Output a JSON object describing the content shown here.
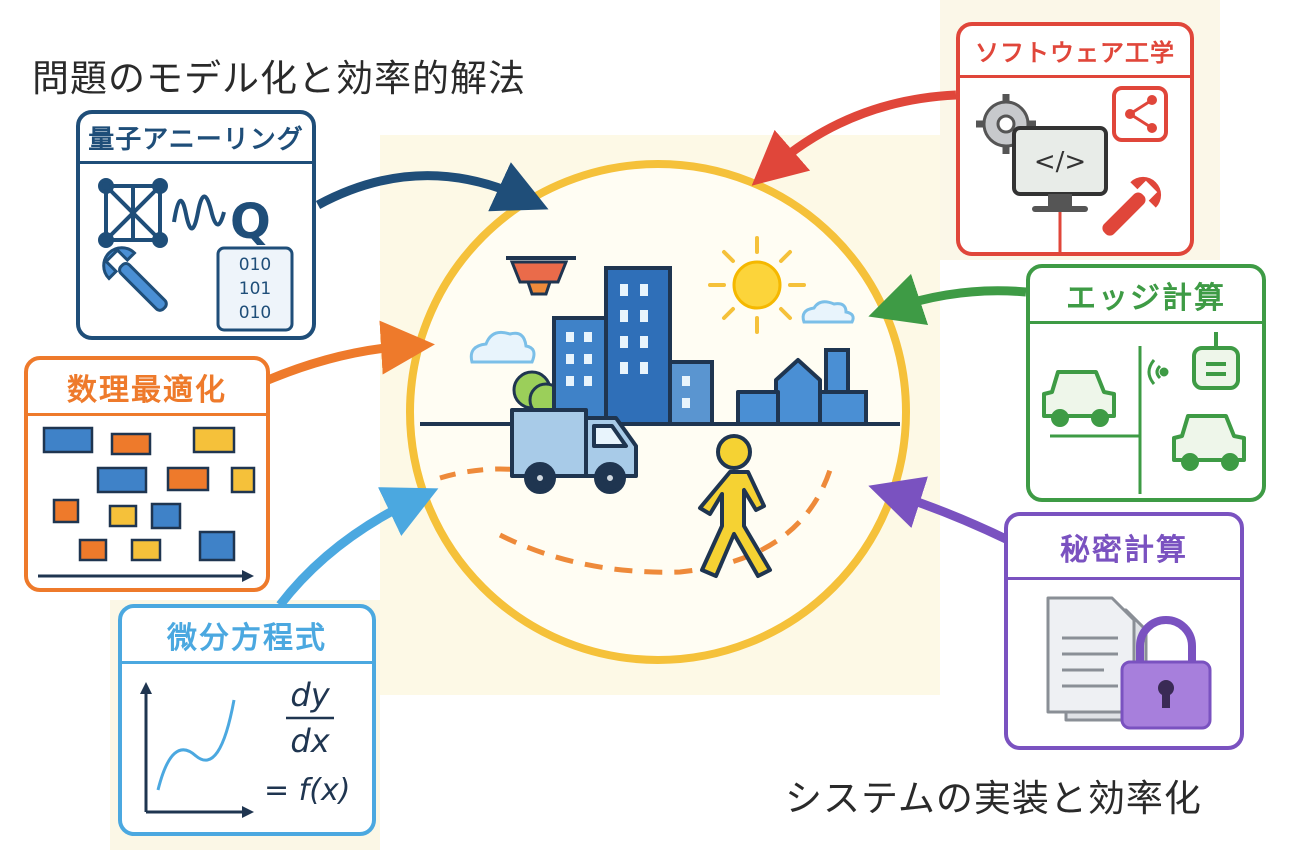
{
  "headings": {
    "top_left": "問題のモデル化と効率的解法",
    "bottom_right": "システムの実装と効率化"
  },
  "panels": {
    "quantum": {
      "title": "量子アニーリング",
      "color": "#1f4e79",
      "binary": [
        "010",
        "101",
        "010"
      ],
      "icons": [
        "graph-icon",
        "wave-icon",
        "q-letter",
        "wrench-icon",
        "binary-grid-icon"
      ],
      "q_letter": "Q"
    },
    "optimization": {
      "title": "数理最適化",
      "color": "#ee7a2b",
      "icons": [
        "schedule-blocks-icon",
        "timeline-arrow-icon"
      ]
    },
    "differential": {
      "title": "微分方程式",
      "color": "#4ba8e0",
      "formula_top": "dy",
      "formula_bottom": "dx",
      "formula_rhs": "= f(x)",
      "icons": [
        "curve-plot-icon"
      ]
    },
    "software": {
      "title": "ソフトウェア工学",
      "color": "#e0463a",
      "code_glyph": "</>",
      "icons": [
        "gear-icon",
        "share-icon",
        "monitor-code-icon",
        "wrench-icon"
      ]
    },
    "edge": {
      "title": "エッジ計算",
      "color": "#3e9b45",
      "icons": [
        "car-icon",
        "signal-icon",
        "edge-device-icon",
        "car-icon"
      ]
    },
    "secure": {
      "title": "秘密計算",
      "color": "#7a52c0",
      "icons": [
        "document-icon",
        "padlock-icon"
      ]
    }
  },
  "center": {
    "ring_color": "#f5c13a",
    "icons": [
      "drone-icon",
      "sun-icon",
      "cloud-icon",
      "cloud-icon",
      "building-icon",
      "house-icon",
      "factory-icon",
      "tree-icon",
      "delivery-van-icon",
      "pedestrian-icon",
      "route-dashes"
    ]
  },
  "arrows": [
    {
      "from": "quantum",
      "color": "#1f4e79"
    },
    {
      "from": "optimization",
      "color": "#ee7a2b"
    },
    {
      "from": "differential",
      "color": "#4ba8e0"
    },
    {
      "from": "software",
      "color": "#e0463a"
    },
    {
      "from": "edge",
      "color": "#3e9b45"
    },
    {
      "from": "secure",
      "color": "#7a52c0"
    }
  ]
}
